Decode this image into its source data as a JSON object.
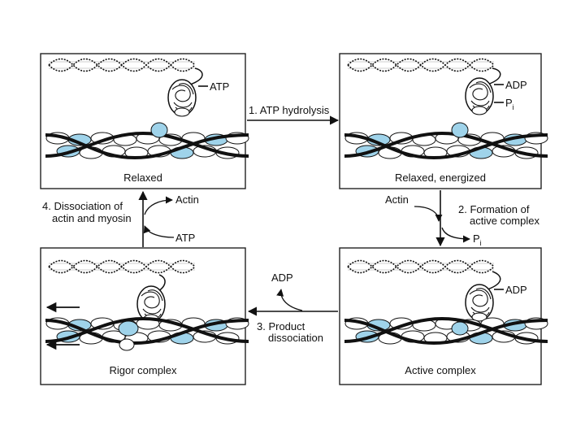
{
  "colors": {
    "actin_blue": "#9fd3ea",
    "outline": "#111111",
    "background": "#ffffff"
  },
  "panels": {
    "top_left": {
      "caption": "Relaxed",
      "label": "ATP"
    },
    "top_right": {
      "caption": "Relaxed, energized",
      "label_adp": "ADP",
      "label_pi_main": "P",
      "label_pi_sub": "i"
    },
    "bottom_left": {
      "caption": "Rigor complex"
    },
    "bottom_right": {
      "caption": "Active complex",
      "label_adp": "ADP"
    }
  },
  "steps": {
    "step1": {
      "text": "1. ATP hydrolysis"
    },
    "step2": {
      "line1": "2. Formation of",
      "line2": "active complex",
      "actin": "Actin",
      "pi_main": "P",
      "pi_sub": "i"
    },
    "step3": {
      "line1": "3. Product",
      "line2": "dissociation",
      "adp": "ADP"
    },
    "step4": {
      "line1": "4. Dissociation of",
      "line2": "actin and myosin",
      "actin": "Actin",
      "atp": "ATP"
    }
  }
}
